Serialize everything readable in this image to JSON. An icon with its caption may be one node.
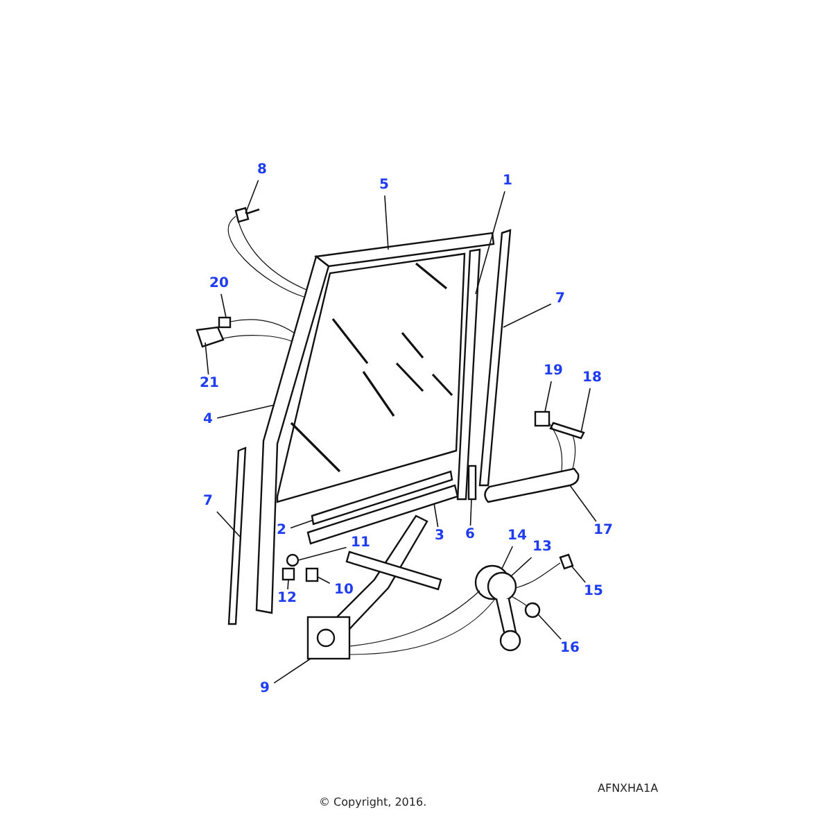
{
  "diagram": {
    "nodes": [
      {
        "text": [
          "1"
        ]
      },
      {
        "text": [
          "5"
        ]
      },
      {
        "text": [
          "8"
        ]
      },
      {
        "text": [
          "7"
        ]
      },
      {
        "text": [
          "20"
        ]
      },
      {
        "text": [
          "21"
        ]
      },
      {
        "text": [
          "4"
        ]
      },
      {
        "text": [
          "19"
        ]
      },
      {
        "text": [
          "18"
        ]
      },
      {
        "text": [
          "7"
        ]
      },
      {
        "text": [
          "2"
        ]
      },
      {
        "text": [
          "3"
        ]
      },
      {
        "text": [
          "6"
        ]
      },
      {
        "text": [
          "17"
        ]
      },
      {
        "text": [
          "11"
        ]
      },
      {
        "text": [
          "14"
        ]
      },
      {
        "text": [
          "13"
        ]
      },
      {
        "text": [
          "12"
        ]
      },
      {
        "text": [
          "10"
        ]
      },
      {
        "text": [
          "15"
        ]
      },
      {
        "text": [
          "16"
        ]
      },
      {
        "text": [
          "9"
        ]
      },
      {
        "text": [],
        "shape": "picture"
      },
      {
        "text": [],
        "shape": "picture"
      },
      {
        "text": [],
        "shape": "picture"
      },
      {
        "text": [],
        "shape": "picture"
      },
      {
        "text": [],
        "shape": "box"
      },
      {
        "text": [],
        "shape": "picture"
      },
      {
        "text": [],
        "shape": "picture"
      },
      {
        "text": [],
        "shape": "box"
      },
      {
        "text": [],
        "shape": "picture"
      },
      {
        "text": [],
        "shape": "picture"
      },
      {
        "text": [],
        "shape": "picture"
      },
      {
        "text": [],
        "shape": "picture"
      },
      {
        "text": [],
        "shape": "box"
      },
      {
        "text": [],
        "shape": "picture"
      },
      {
        "text": [],
        "shape": "circle"
      },
      {
        "text": [],
        "shape": "circle"
      },
      {
        "text": [],
        "shape": "picture"
      },
      {
        "text": [],
        "shape": "box"
      },
      {
        "text": [],
        "shape": "box"
      },
      {
        "text": [],
        "shape": "picture"
      },
      {
        "text": [],
        "shape": "circle"
      },
      {
        "text": [],
        "shape": "picture"
      }
    ],
    "edges": [
      {
        "from": 0,
        "to": 22,
        "arrow": "none"
      },
      {
        "from": 1,
        "to": 23,
        "arrow": "none"
      },
      {
        "from": 2,
        "to": 24,
        "arrow": "none"
      },
      {
        "from": 3,
        "to": 25,
        "arrow": "none"
      },
      {
        "from": 4,
        "to": 26,
        "arrow": "none"
      },
      {
        "from": 5,
        "to": 27,
        "arrow": "none"
      },
      {
        "from": 6,
        "to": 28,
        "arrow": "none"
      },
      {
        "from": 7,
        "to": 29,
        "arrow": "none"
      },
      {
        "from": 8,
        "to": 30,
        "arrow": "none"
      },
      {
        "from": 9,
        "to": 31,
        "arrow": "none"
      },
      {
        "from": 10,
        "to": 32,
        "arrow": "none"
      },
      {
        "from": 11,
        "to": 33,
        "arrow": "none"
      },
      {
        "from": 12,
        "to": 34,
        "arrow": "none"
      },
      {
        "from": 13,
        "to": 35,
        "arrow": "none"
      },
      {
        "from": 14,
        "to": 36,
        "arrow": "none"
      },
      {
        "from": 15,
        "to": 37,
        "arrow": "none"
      },
      {
        "from": 16,
        "to": 38,
        "arrow": "none"
      },
      {
        "from": 17,
        "to": 39,
        "arrow": "none"
      },
      {
        "from": 18,
        "to": 40,
        "arrow": "none"
      },
      {
        "from": 19,
        "to": 41,
        "arrow": "none"
      },
      {
        "from": 20,
        "to": 42,
        "arrow": "none"
      },
      {
        "from": 21,
        "to": 43,
        "arrow": "none"
      },
      {
        "from": 24,
        "to": 28,
        "arrow": "none"
      },
      {
        "from": 24,
        "to": 28,
        "arrow": "none"
      },
      {
        "from": 26,
        "to": 28,
        "arrow": "none"
      },
      {
        "from": 27,
        "to": 28,
        "arrow": "none"
      },
      {
        "from": 29,
        "to": 35,
        "arrow": "none"
      },
      {
        "from": 30,
        "to": 35,
        "arrow": "none"
      },
      {
        "from": 37,
        "to": 43,
        "arrow": "none"
      },
      {
        "from": 38,
        "to": 43,
        "arrow": "none"
      },
      {
        "from": 41,
        "to": 38,
        "arrow": "none"
      },
      {
        "from": 42,
        "to": 38,
        "arrow": "none"
      }
    ],
    "labels": [
      "AFNXHA1A",
      "© Copyright, 2016."
    ]
  }
}
